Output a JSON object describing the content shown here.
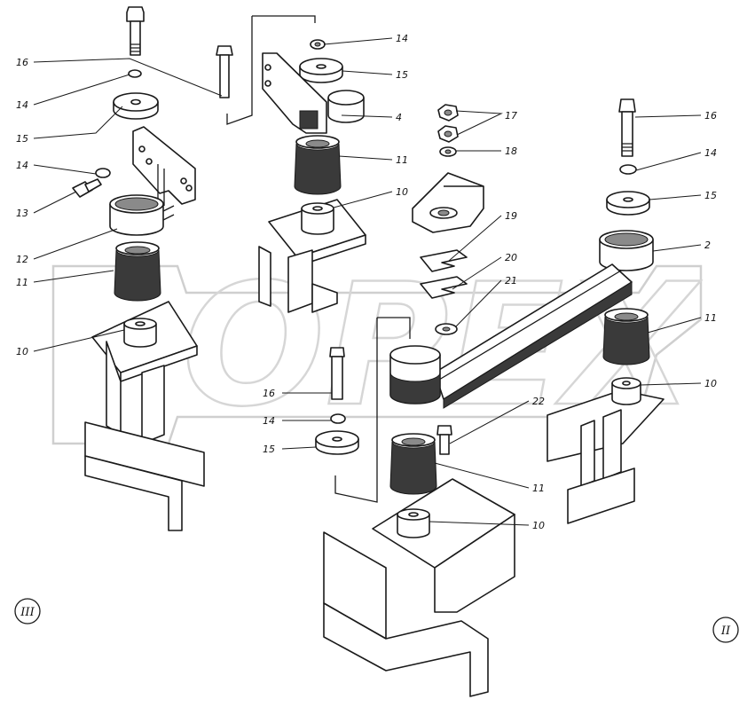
{
  "watermark": "OPEX",
  "views": [
    {
      "id": "view-iii",
      "numeral": "III"
    },
    {
      "id": "view-ii",
      "numeral": "II"
    }
  ],
  "callouts": [
    {
      "id": "c16a",
      "text": "16"
    },
    {
      "id": "c14a",
      "text": "14"
    },
    {
      "id": "c15a",
      "text": "15"
    },
    {
      "id": "c14b",
      "text": "14"
    },
    {
      "id": "c13",
      "text": "13"
    },
    {
      "id": "c12",
      "text": "12"
    },
    {
      "id": "c11a",
      "text": "11"
    },
    {
      "id": "c10a",
      "text": "10"
    },
    {
      "id": "c14c",
      "text": "14"
    },
    {
      "id": "c15b",
      "text": "15"
    },
    {
      "id": "c4",
      "text": "4"
    },
    {
      "id": "c11b",
      "text": "11"
    },
    {
      "id": "c10b",
      "text": "10"
    },
    {
      "id": "c17",
      "text": "17"
    },
    {
      "id": "c18",
      "text": "18"
    },
    {
      "id": "c19",
      "text": "19"
    },
    {
      "id": "c20",
      "text": "20"
    },
    {
      "id": "c21",
      "text": "21"
    },
    {
      "id": "c16b",
      "text": "16"
    },
    {
      "id": "c14d",
      "text": "14"
    },
    {
      "id": "c15c",
      "text": "15"
    },
    {
      "id": "c2",
      "text": "2"
    },
    {
      "id": "c11c",
      "text": "11"
    },
    {
      "id": "c10c",
      "text": "10"
    },
    {
      "id": "c16c",
      "text": "16"
    },
    {
      "id": "c14e",
      "text": "14"
    },
    {
      "id": "c15d",
      "text": "15"
    },
    {
      "id": "c22",
      "text": "22"
    },
    {
      "id": "c11d",
      "text": "11"
    },
    {
      "id": "c10d",
      "text": "10"
    }
  ]
}
